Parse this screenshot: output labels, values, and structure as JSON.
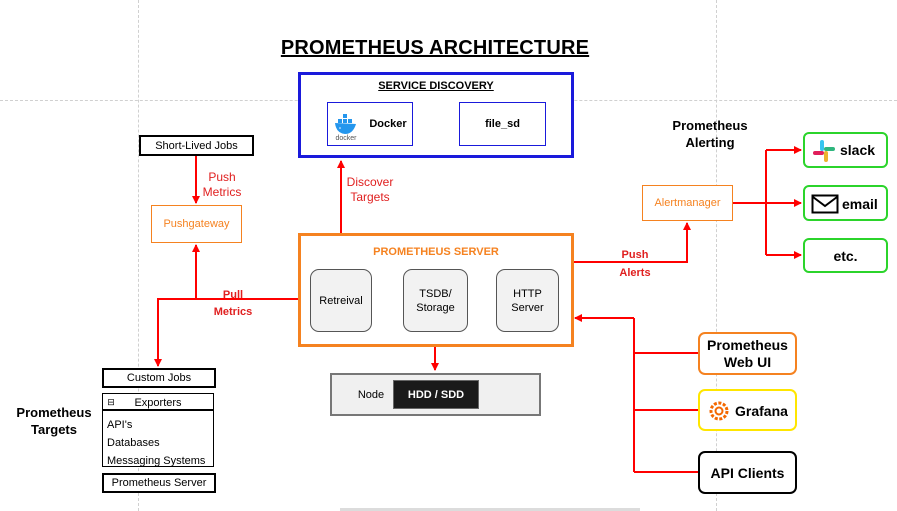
{
  "title": "PROMETHEUS ARCHITECTURE",
  "service_discovery": {
    "label": "SERVICE DISCOVERY",
    "docker": "Docker",
    "docker_logo_text": "docker",
    "file_sd": "file_sd"
  },
  "short_lived_jobs": "Short-Lived Jobs",
  "push_metrics": {
    "line1": "Push",
    "line2": "Metrics"
  },
  "pushgateway": "Pushgateway",
  "pull_metrics": {
    "line1": "Pull",
    "line2": "Metrics"
  },
  "discover_targets": {
    "line1": "Discover",
    "line2": "Targets"
  },
  "server": {
    "label": "PROMETHEUS SERVER",
    "retrieval": "Retreival",
    "tsdb": {
      "line1": "TSDB/",
      "line2": "Storage"
    },
    "http": {
      "line1": "HTTP",
      "line2": "Server"
    }
  },
  "storage": {
    "node": "Node",
    "disk": "HDD / SDD"
  },
  "targets": {
    "heading": {
      "line1": "Prometheus",
      "line2": "Targets"
    },
    "custom_jobs": "Custom Jobs",
    "exporters": "Exporters",
    "exporter_toggle": "⊟",
    "exporter_items": [
      "API's",
      "Databases",
      "Messaging Systems"
    ],
    "prometheus_server": "Prometheus Server"
  },
  "alerting": {
    "heading": {
      "line1": "Prometheus",
      "line2": "Alerting"
    },
    "alertmanager": "Alertmanager",
    "push_alerts": {
      "line1": "Push",
      "line2": "Alerts"
    },
    "receivers": {
      "slack": "slack",
      "email": "email",
      "etc": "etc."
    }
  },
  "clients": {
    "web_ui": {
      "line1": "Prometheus",
      "line2": "Web UI"
    },
    "grafana": "Grafana",
    "api_clients": "API Clients"
  },
  "colors": {
    "arrow": "#ff0000",
    "server_border": "#f58220",
    "sd_border": "#1a1adb",
    "receiver_border": "#2bd42b",
    "grafana_border": "#ffe600"
  }
}
